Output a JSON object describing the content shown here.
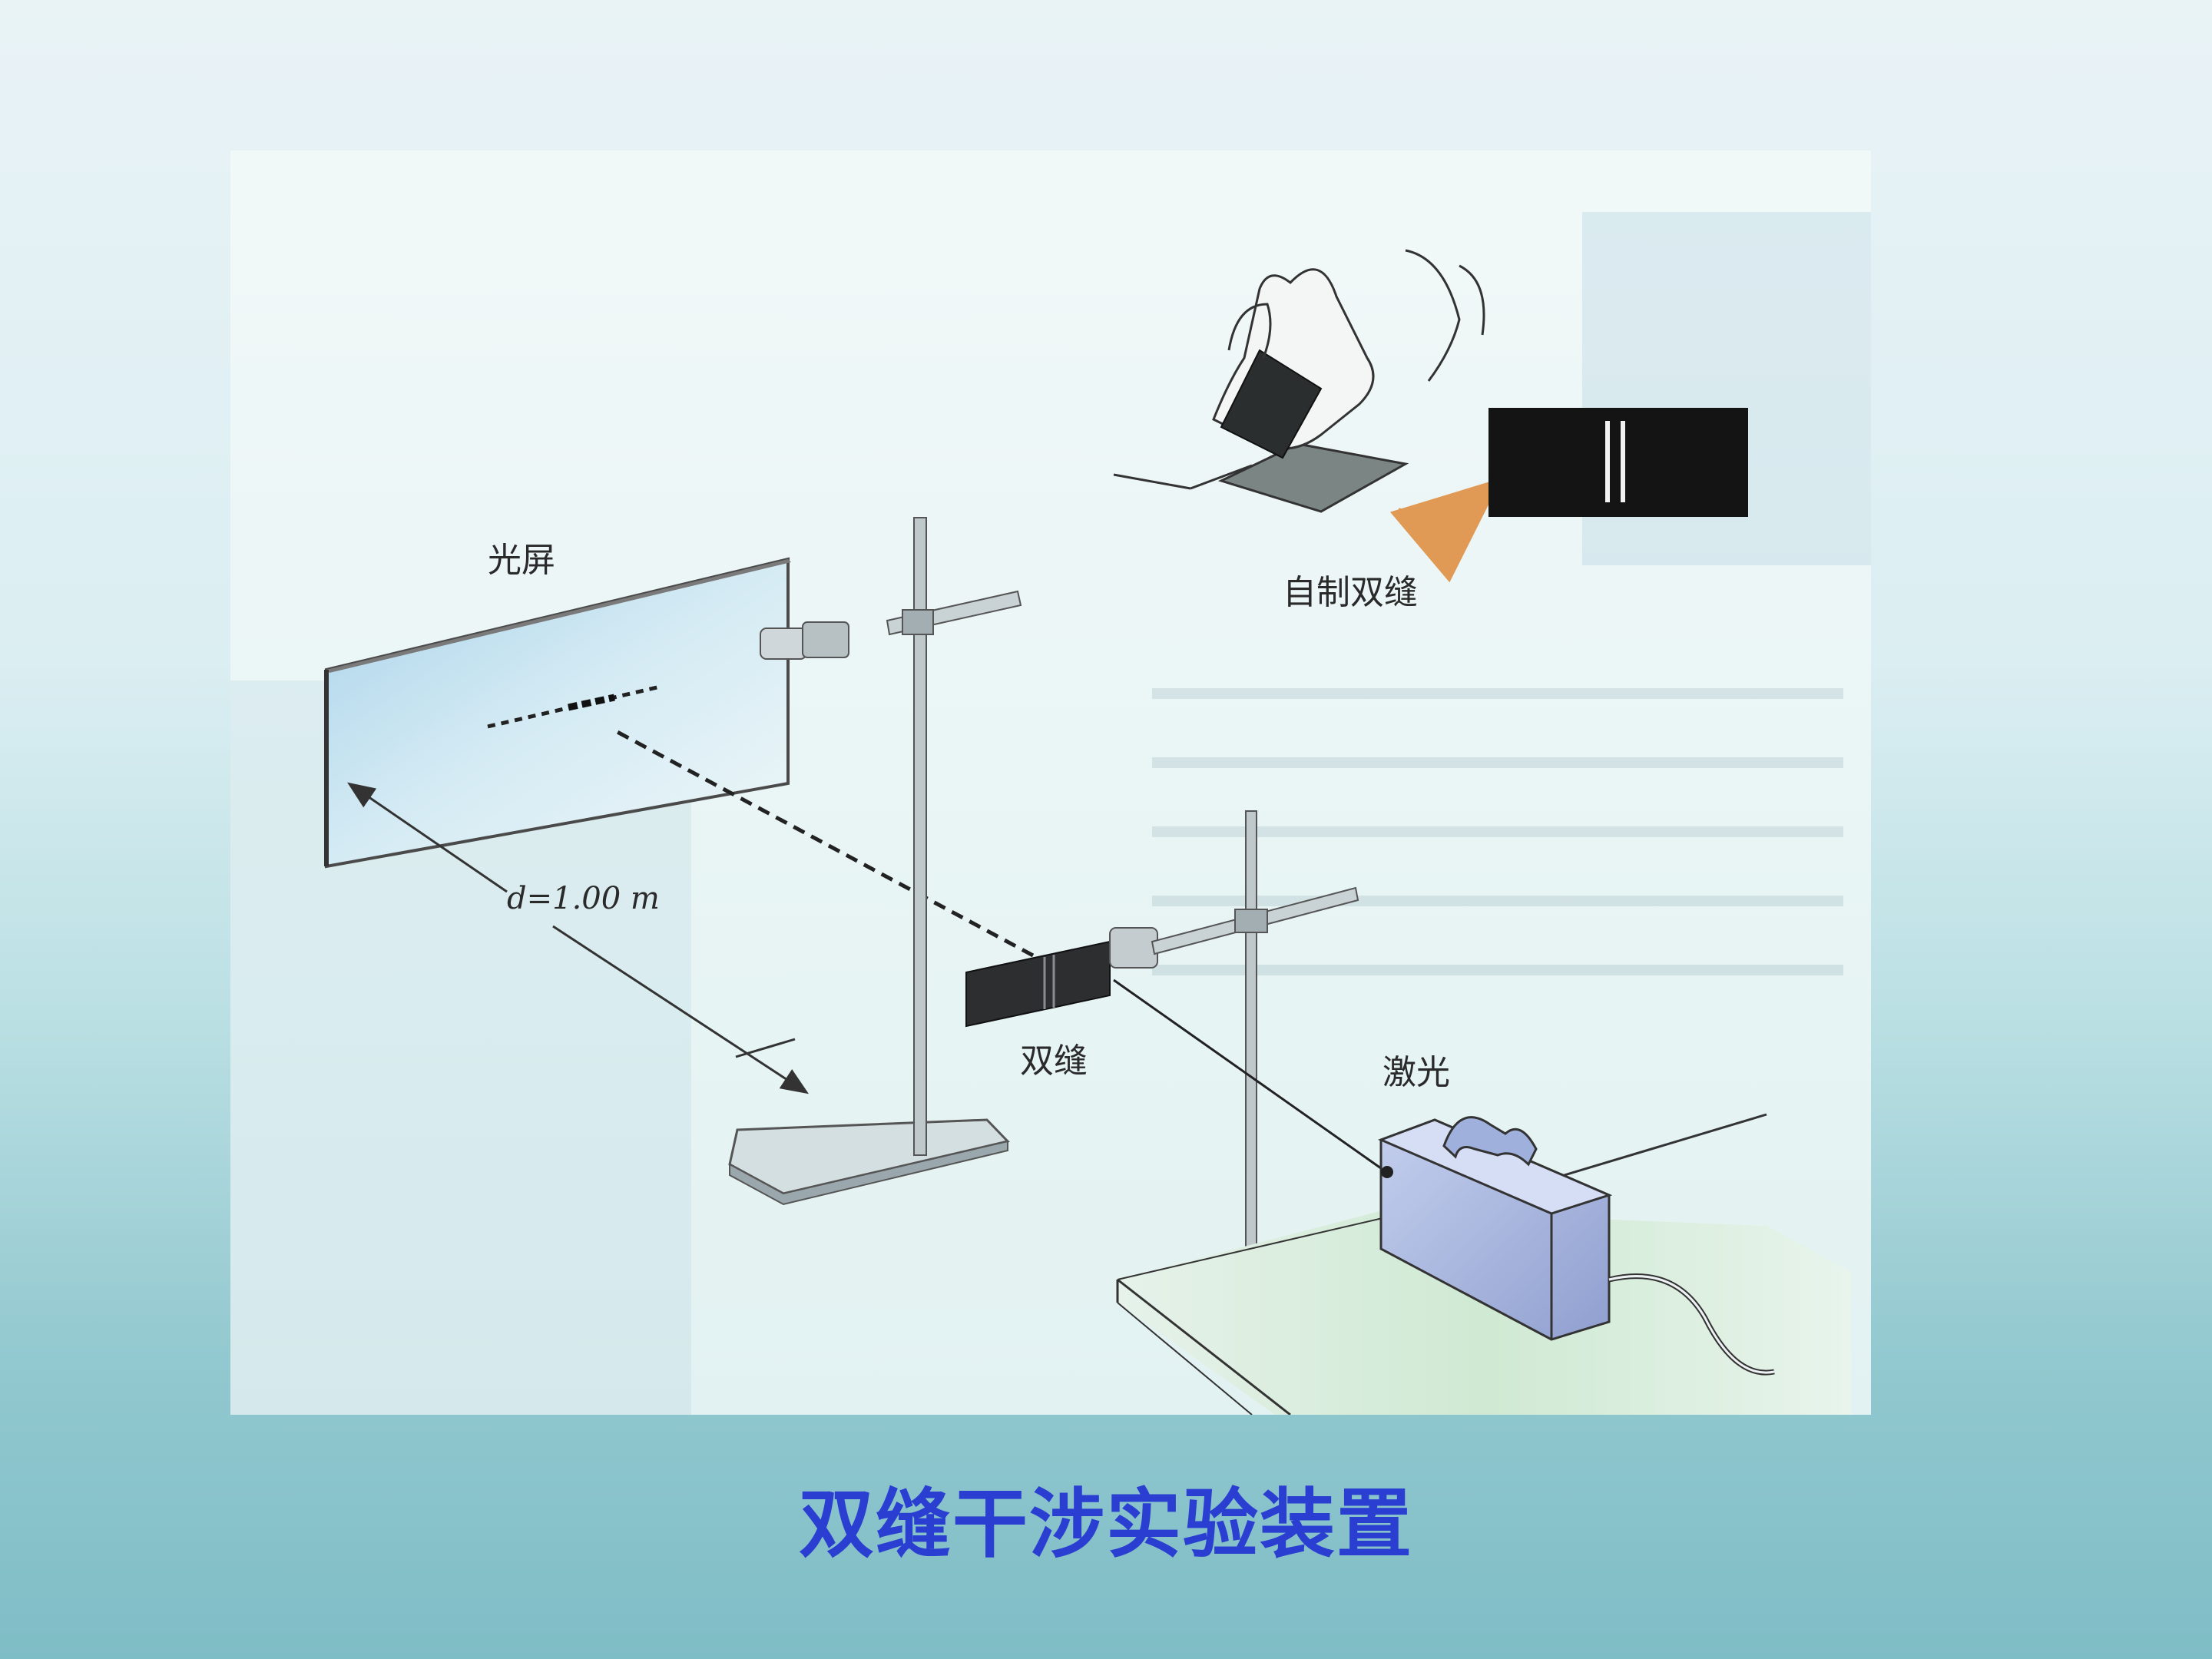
{
  "figure": {
    "labels": {
      "screen": "光屏",
      "self_made_slit": "自制双缝",
      "double_slit": "双缝",
      "laser": "激光",
      "distance": "d=1.00 m"
    },
    "colors": {
      "screen_fill": "#bfdfee",
      "laser_body": "#a9b7dd",
      "table": "#d8ecdc",
      "arrow": "#e09a55"
    }
  },
  "caption": "双缝干涉实验装置"
}
